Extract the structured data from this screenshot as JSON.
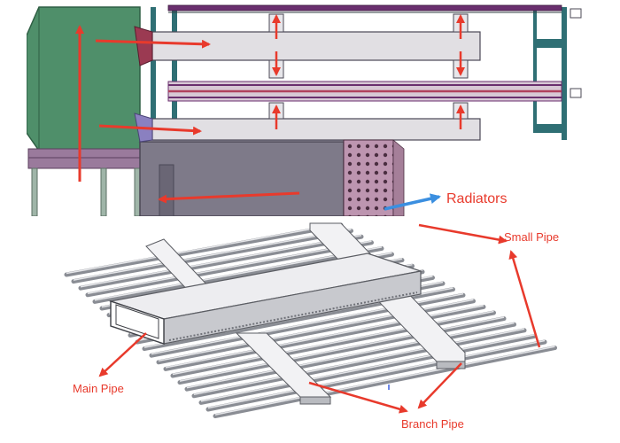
{
  "labels": {
    "radiators": "Radiators",
    "small_pipe": "Small Pipe",
    "main_pipe": "Main Pipe",
    "branch_pipe": "Branch Pipe"
  },
  "colors": {
    "duct_green": "#4f8f6a",
    "arrow_red": "#e83a2c",
    "arrow_blue": "#3b8fe0",
    "frame_teal": "#2f6f74",
    "purple_bar": "#6a2f6e",
    "casing_gray": "#7e7a89",
    "radiator_pink": "#bd95b0",
    "pipe_light": "#e1dfe3"
  }
}
